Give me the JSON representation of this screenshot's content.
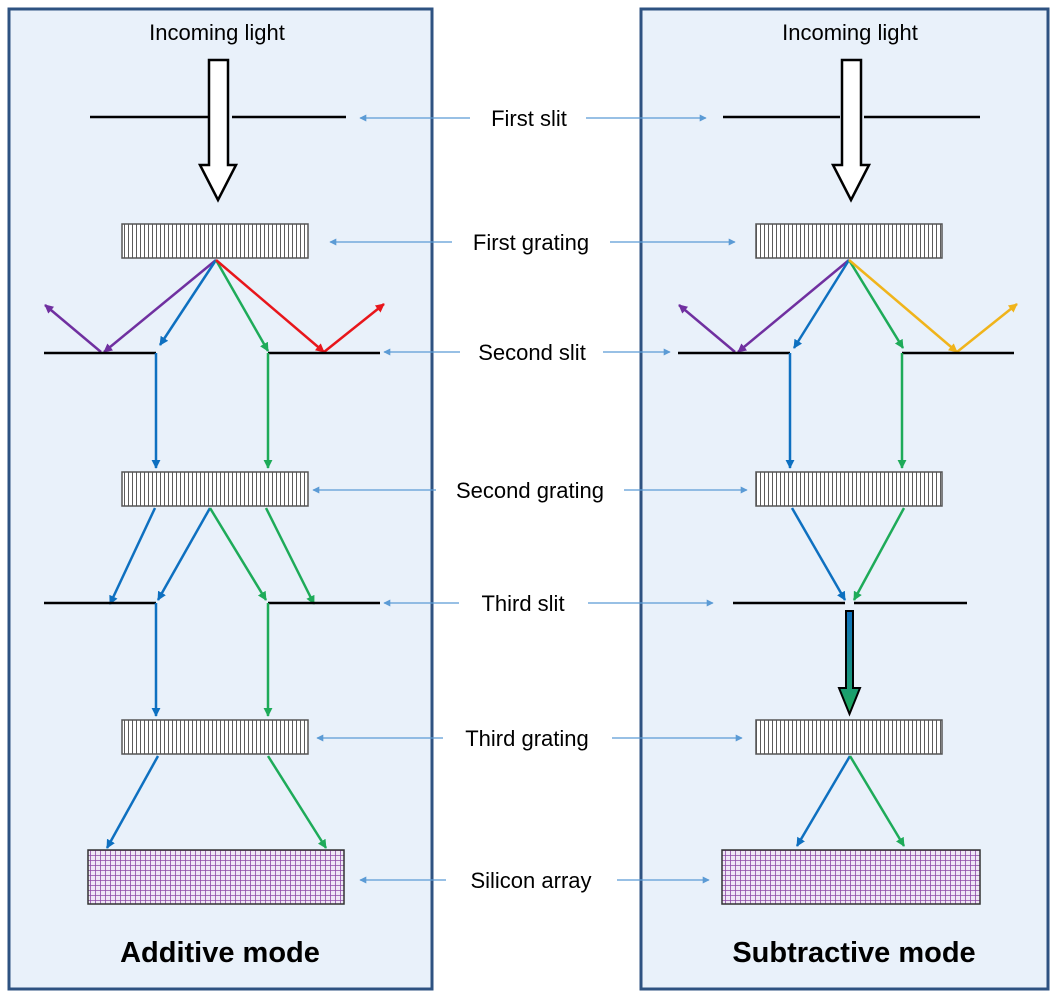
{
  "panels": {
    "left": {
      "top_label": "Incoming light",
      "mode_title": "Additive mode"
    },
    "right": {
      "top_label": "Incoming light",
      "mode_title": "Subtractive mode"
    }
  },
  "center_labels": {
    "first_slit": "First slit",
    "first_grating": "First grating",
    "second_slit": "Second slit",
    "second_grating": "Second grating",
    "third_slit": "Third slit",
    "third_grating": "Third grating",
    "silicon_array": "Silicon array"
  },
  "colors": {
    "panel_fill": "#e9f1fa",
    "panel_border": "#2e5281",
    "pointer": "#5b9bd5",
    "violet": "#7030a0",
    "blue": "#0e70c0",
    "green": "#1eab59",
    "red": "#e8161b",
    "orange": "#f0b41b",
    "array": "#8e4aa8"
  }
}
